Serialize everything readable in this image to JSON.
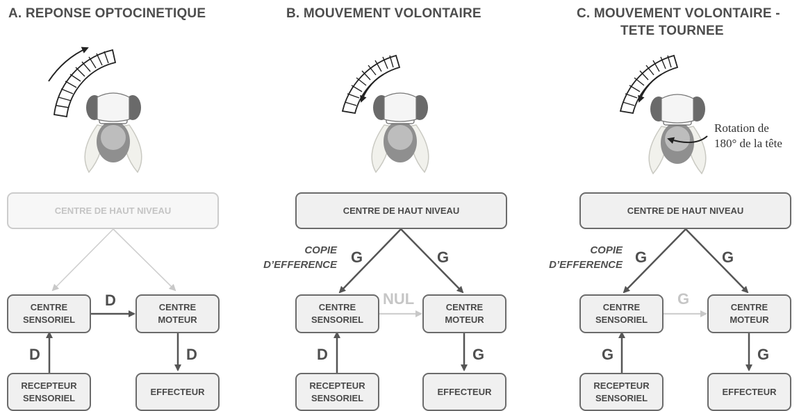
{
  "panels": [
    {
      "title": "A. REPONSE OPTOCINETIQUE",
      "high_center": "CENTRE DE HAUT NIVEAU",
      "sensory_center": "CENTRE\nSENSORIEL",
      "motor_center": "CENTRE\nMOTEUR",
      "receptor": "RECEPTEUR\nSENSORIEL",
      "effector": "EFFECTEUR",
      "label_sensory_to_motor": "D",
      "label_receptor_to_sensory": "D",
      "label_motor_to_effector": "D"
    },
    {
      "title": "B. MOUVEMENT VOLONTAIRE",
      "high_center": "CENTRE DE HAUT NIVEAU",
      "sensory_center": "CENTRE\nSENSORIEL",
      "motor_center": "CENTRE\nMOTEUR",
      "receptor": "RECEPTEUR\nSENSORIEL",
      "effector": "EFFECTEUR",
      "efference_copy": "COPIE\nD’EFFERENCE",
      "label_high_to_sensory": "G",
      "label_high_to_motor": "G",
      "label_sensory_to_motor": "NUL",
      "label_receptor_to_sensory": "D",
      "label_motor_to_effector": "G"
    },
    {
      "title_line1": "C. MOUVEMENT VOLONTAIRE -",
      "title_line2": "TETE TOURNEE",
      "high_center": "CENTRE DE HAUT NIVEAU",
      "sensory_center": "CENTRE\nSENSORIEL",
      "motor_center": "CENTRE\nMOTEUR",
      "receptor": "RECEPTEUR\nSENSORIEL",
      "effector": "EFFECTEUR",
      "efference_copy": "COPIE\nD’EFFERENCE",
      "label_high_to_sensory": "G",
      "label_high_to_motor": "G",
      "label_sensory_to_motor": "G",
      "label_receptor_to_sensory": "G",
      "label_motor_to_effector": "G",
      "rotation_note": "Rotation de\n180° de la tête"
    }
  ],
  "colors": {
    "box_border": "#6b6b6b",
    "box_fill": "#f0f0f0",
    "arrow": "#555555",
    "arrow_dim": "#c8c8c8",
    "text": "#4a4a4a"
  }
}
